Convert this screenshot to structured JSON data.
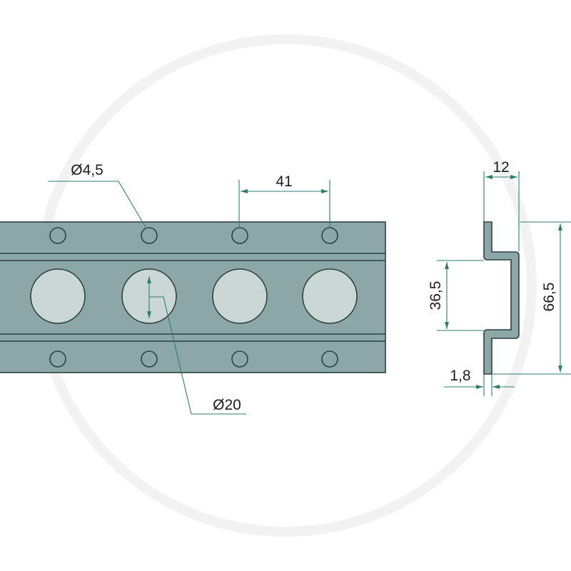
{
  "colors": {
    "rail_fill": "#8ba8a6",
    "hole_fill": "#cad7d5",
    "outline": "#2d4140",
    "dimension": "#2e7d6b",
    "watermark": "#f2f2f2"
  },
  "drawing": {
    "front_view": {
      "small_hole_label": "Ø4,5",
      "large_hole_label": "Ø20",
      "hole_pitch_label": "41"
    },
    "profile_view": {
      "depth_label": "12",
      "total_height_label": "66,5",
      "channel_height_label": "36,5",
      "thickness_label": "1,8"
    }
  }
}
